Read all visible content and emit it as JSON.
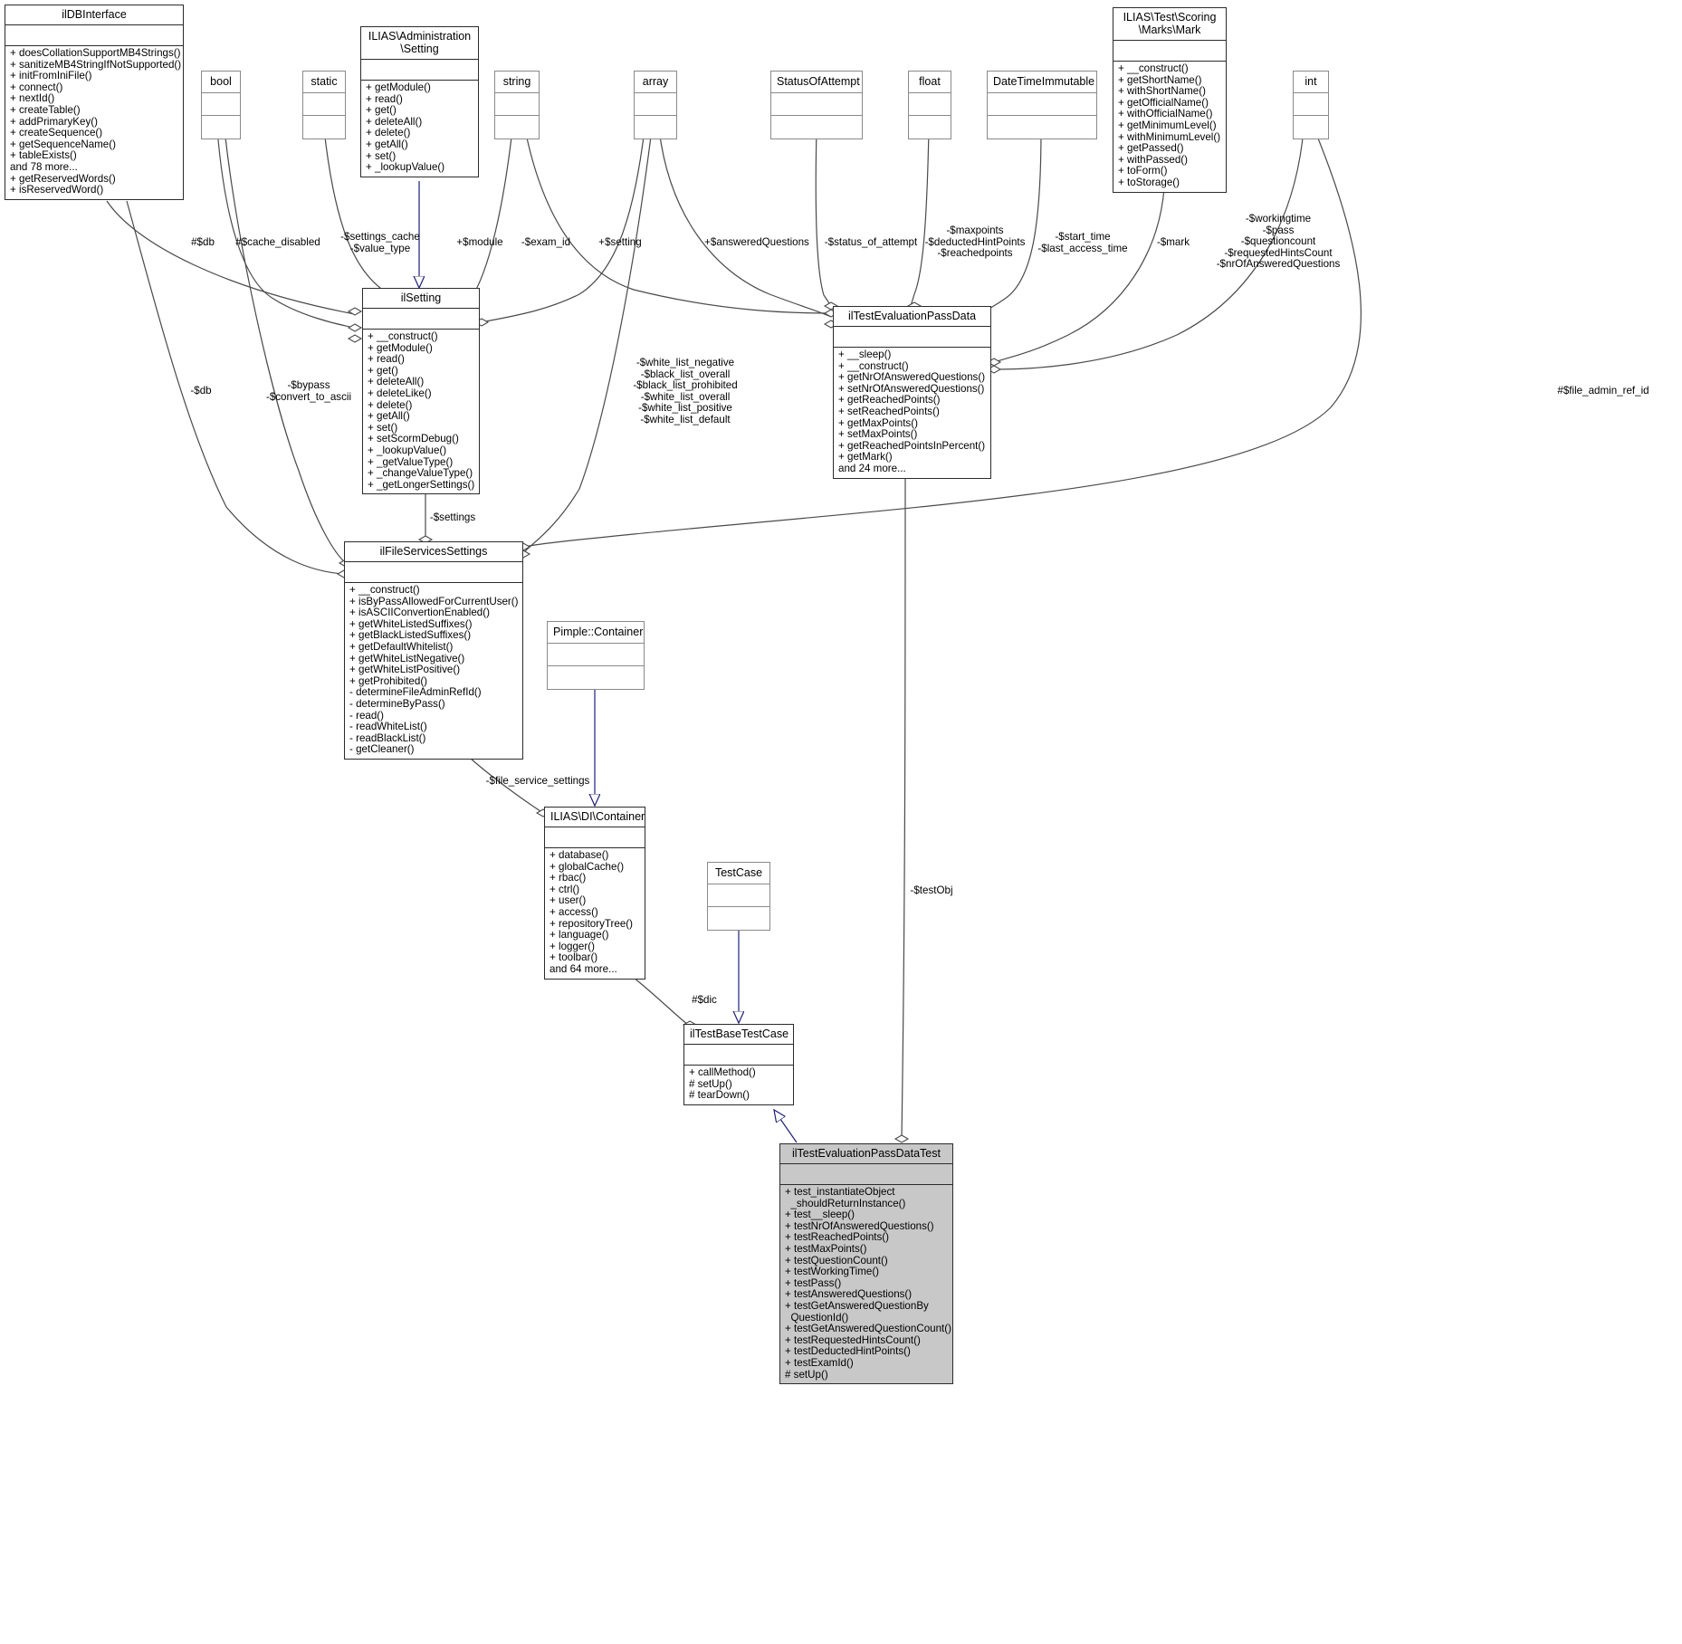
{
  "diagram": {
    "kind": "uml-collaboration-diagram",
    "title": "ilTestEvaluationPassDataTest collaboration diagram",
    "colors": {
      "node_border": "#8a8a8a",
      "node_border_strong": "#2b2b2b",
      "node_fill": "#ffffff",
      "focus_fill": "#c8c8c8",
      "edge": "#4a4a4a",
      "inheritance_edge": "#1f1f7a"
    }
  },
  "nodes": [
    {
      "id": "ilDBInterface",
      "title": "ilDBInterface",
      "attrs": [],
      "ops": [
        "+ doesCollationSupportMB4Strings()",
        "+ sanitizeMB4StringIfNotSupported()",
        "+ initFromIniFile()",
        "+ connect()",
        "+ nextId()",
        "+ createTable()",
        "+ addPrimaryKey()",
        "+ createSequence()",
        "+ getSequenceName()",
        "+ tableExists()",
        "and 78 more...",
        "+ getReservedWords()",
        "+ isReservedWord()"
      ]
    },
    {
      "id": "bool",
      "title": "bool",
      "attrs": [],
      "ops": []
    },
    {
      "id": "static",
      "title": "static",
      "attrs": [],
      "ops": []
    },
    {
      "id": "ILIAS_Administration_Setting",
      "title": "ILIAS\\Administration\n\\Setting",
      "attrs": [],
      "ops": [
        "+ getModule()",
        "+ read()",
        "+ get()",
        "+ deleteAll()",
        "+ delete()",
        "+ getAll()",
        "+ set()",
        "+ _lookupValue()"
      ]
    },
    {
      "id": "string",
      "title": "string",
      "attrs": [],
      "ops": []
    },
    {
      "id": "array",
      "title": "array",
      "attrs": [],
      "ops": []
    },
    {
      "id": "StatusOfAttempt",
      "title": "StatusOfAttempt",
      "attrs": [],
      "ops": []
    },
    {
      "id": "float",
      "title": "float",
      "attrs": [],
      "ops": []
    },
    {
      "id": "DateTimeImmutable",
      "title": "DateTimeImmutable",
      "attrs": [],
      "ops": []
    },
    {
      "id": "Mark",
      "title": "ILIAS\\Test\\Scoring\n\\Marks\\Mark",
      "attrs": [],
      "ops": [
        "+ __construct()",
        "+ getShortName()",
        "+ withShortName()",
        "+ getOfficialName()",
        "+ withOfficialName()",
        "+ getMinimumLevel()",
        "+ withMinimumLevel()",
        "+ getPassed()",
        "+ withPassed()",
        "+ toForm()",
        "+ toStorage()"
      ]
    },
    {
      "id": "int",
      "title": "int",
      "attrs": [],
      "ops": []
    },
    {
      "id": "ilSetting",
      "title": "ilSetting",
      "attrs": [],
      "ops": [
        "+ __construct()",
        "+ getModule()",
        "+ read()",
        "+ get()",
        "+ deleteAll()",
        "+ deleteLike()",
        "+ delete()",
        "+ getAll()",
        "+ set()",
        "+ setScormDebug()",
        "+ _lookupValue()",
        "+ _getValueType()",
        "+ _changeValueType()",
        "+ _getLongerSettings()"
      ]
    },
    {
      "id": "ilTestEvaluationPassData",
      "title": "ilTestEvaluationPassData",
      "attrs": [],
      "ops": [
        "+ __sleep()",
        "+ __construct()",
        "+ getNrOfAnsweredQuestions()",
        "+ setNrOfAnsweredQuestions()",
        "+ getReachedPoints()",
        "+ setReachedPoints()",
        "+ getMaxPoints()",
        "+ setMaxPoints()",
        "+ getReachedPointsInPercent()",
        "+ getMark()",
        "and 24 more..."
      ]
    },
    {
      "id": "ilFileServicesSettings",
      "title": "ilFileServicesSettings",
      "attrs": [],
      "ops": [
        "+ __construct()",
        "+ isByPassAllowedForCurrentUser()",
        "+ isASCIIConvertionEnabled()",
        "+ getWhiteListedSuffixes()",
        "+ getBlackListedSuffixes()",
        "+ getDefaultWhitelist()",
        "+ getWhiteListNegative()",
        "+ getWhiteListPositive()",
        "+ getProhibited()",
        "- determineFileAdminRefId()",
        "- determineByPass()",
        "- read()",
        "- readWhiteList()",
        "- readBlackList()",
        "- getCleaner()"
      ]
    },
    {
      "id": "PimpleContainer",
      "title": "Pimple::Container",
      "attrs": [],
      "ops": []
    },
    {
      "id": "ILIAS_DI_Container",
      "title": "ILIAS\\DI\\Container",
      "attrs": [],
      "ops": [
        "+ database()",
        "+ globalCache()",
        "+ rbac()",
        "+ ctrl()",
        "+ user()",
        "+ access()",
        "+ repositoryTree()",
        "+ language()",
        "+ logger()",
        "+ toolbar()",
        "and 64 more..."
      ]
    },
    {
      "id": "TestCase",
      "title": "TestCase",
      "attrs": [],
      "ops": []
    },
    {
      "id": "ilTestBaseTestCase",
      "title": "ilTestBaseTestCase",
      "attrs": [],
      "ops": [
        "+ callMethod()",
        "# setUp()",
        "# tearDown()"
      ]
    },
    {
      "id": "ilTestEvaluationPassDataTest",
      "title": "ilTestEvaluationPassDataTest",
      "attrs": [],
      "ops": [
        "+ test_instantiateObject",
        "  _shouldReturnInstance()",
        "+ test__sleep()",
        "+ testNrOfAnsweredQuestions()",
        "+ testReachedPoints()",
        "+ testMaxPoints()",
        "+ testQuestionCount()",
        "+ testWorkingTime()",
        "+ testPass()",
        "+ testAnsweredQuestions()",
        "+ testGetAnsweredQuestionBy",
        "  QuestionId()",
        "+ testGetAnsweredQuestionCount()",
        "+ testRequestedHintsCount()",
        "+ testDeductedHintPoints()",
        "+ testExamId()",
        "# setUp()"
      ]
    }
  ],
  "edge_labels": [
    {
      "id": "db1",
      "text": "#$db"
    },
    {
      "id": "cache_disabled",
      "text": "#$cache_disabled"
    },
    {
      "id": "settings_cache",
      "text": "-$settings_cache\n-$value_type"
    },
    {
      "id": "module",
      "text": "+$module"
    },
    {
      "id": "exam_id",
      "text": "-$exam_id"
    },
    {
      "id": "setting",
      "text": "+$setting"
    },
    {
      "id": "answeredQuestions",
      "text": "+$answeredQuestions"
    },
    {
      "id": "status_of_attempt",
      "text": "-$status_of_attempt"
    },
    {
      "id": "maxpoints",
      "text": "-$maxpoints\n-$deductedHintPoints\n-$reachedpoints"
    },
    {
      "id": "start_time",
      "text": "-$start_time\n-$last_access_time"
    },
    {
      "id": "mark",
      "text": "-$mark"
    },
    {
      "id": "workingtime",
      "text": "-$workingtime\n-$pass\n-$questioncount\n-$requestedHintsCount\n-$nrOfAnsweredQuestions"
    },
    {
      "id": "db2",
      "text": "-$db"
    },
    {
      "id": "bypass",
      "text": "-$bypass\n-$convert_to_ascii"
    },
    {
      "id": "white_list",
      "text": "-$white_list_negative\n-$black_list_overall\n-$black_list_prohibited\n-$white_list_overall\n-$white_list_positive\n-$white_list_default"
    },
    {
      "id": "file_admin_ref_id",
      "text": "#$file_admin_ref_id"
    },
    {
      "id": "settings",
      "text": "-$settings"
    },
    {
      "id": "file_service_settings",
      "text": "-$file_service_settings"
    },
    {
      "id": "dic",
      "text": "#$dic"
    },
    {
      "id": "testObj",
      "text": "-$testObj"
    }
  ]
}
